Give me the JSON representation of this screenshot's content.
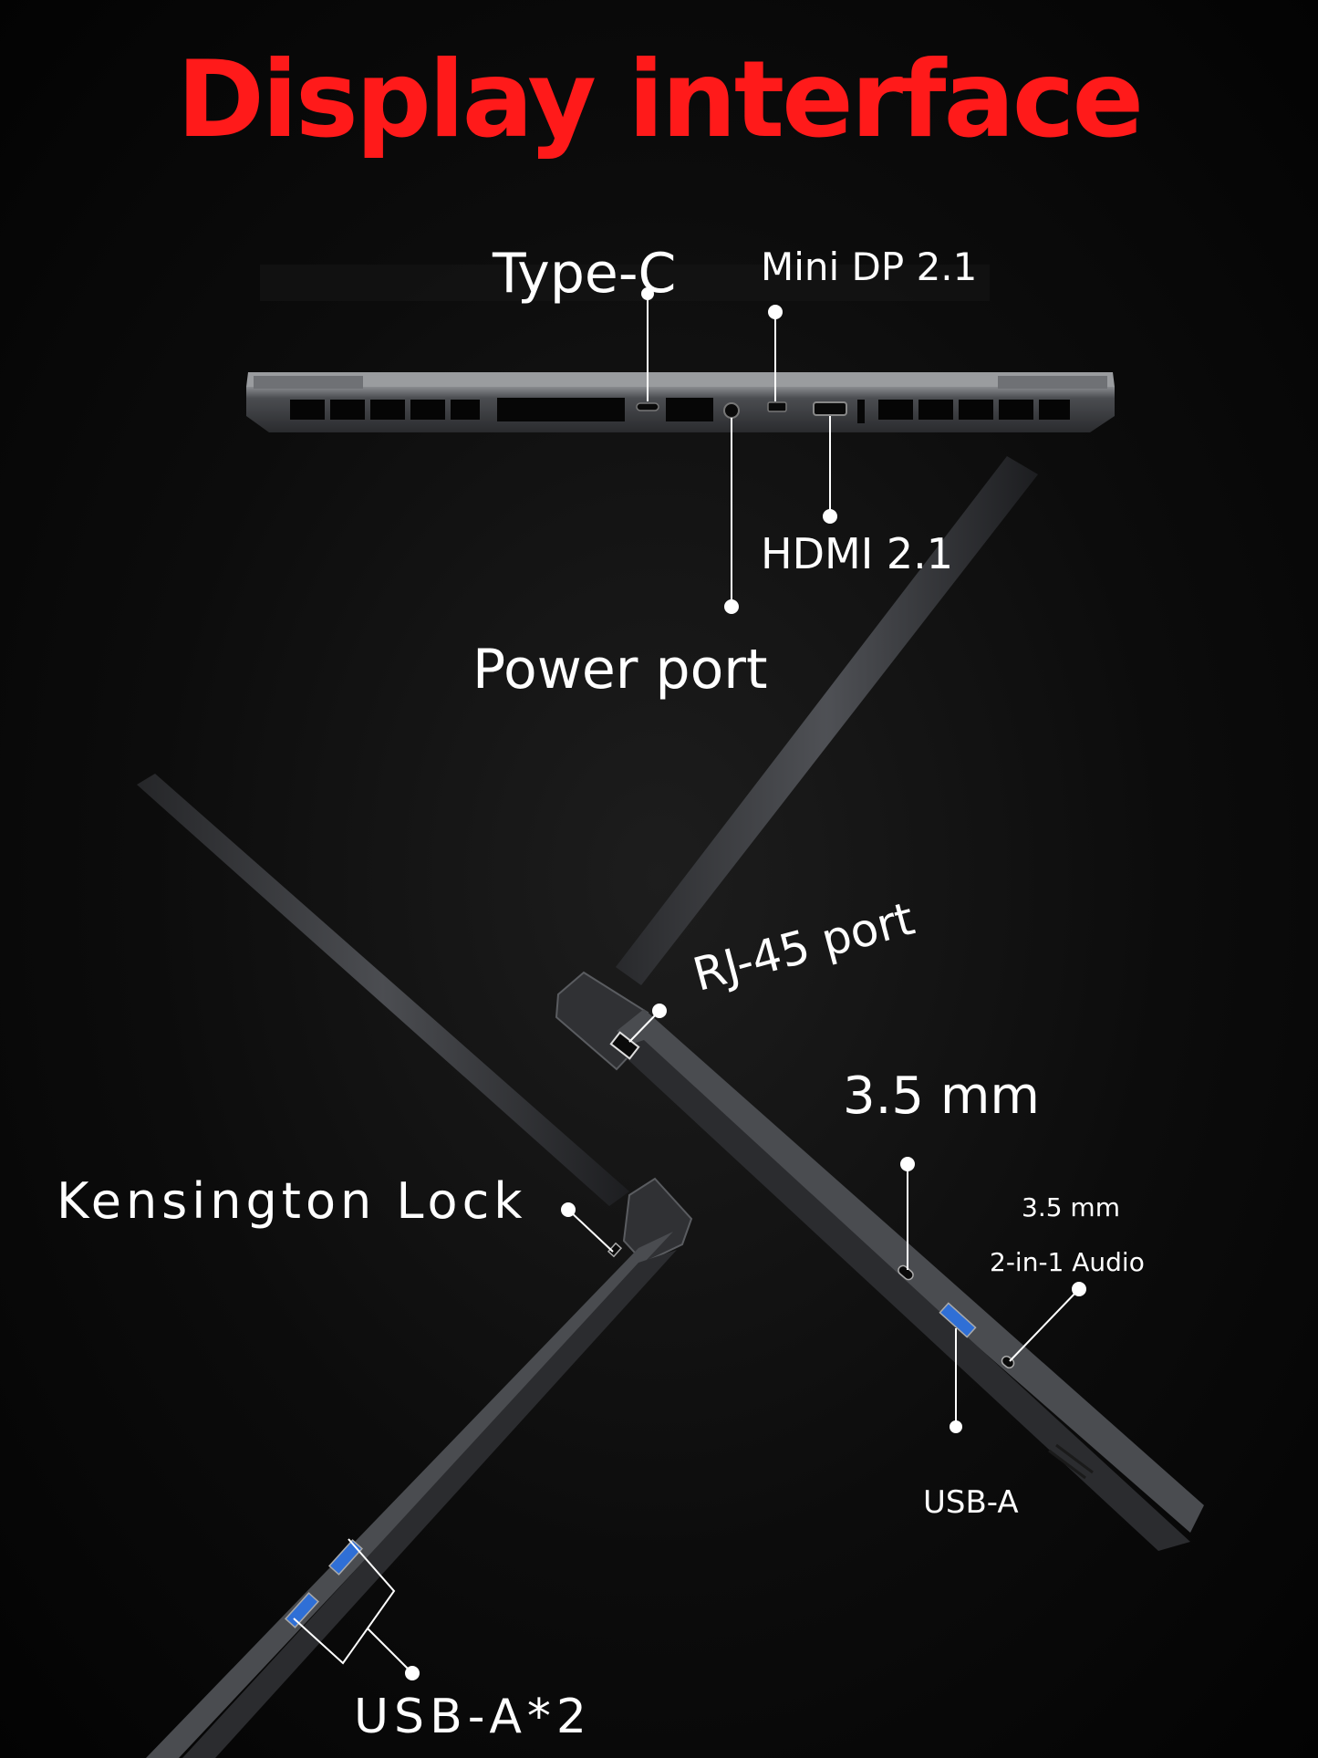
{
  "title": "Display interface",
  "colors": {
    "title": "#ff1a1a",
    "background": "#000000",
    "label": "#ffffff",
    "body": "#3a3b3e",
    "usb_port": "#2f6fd6"
  },
  "rear_view": {
    "type_c": "Type-C",
    "mini_dp": "Mini DP 2.1",
    "hdmi": "HDMI 2.1",
    "power": "Power port"
  },
  "right_side": {
    "rj45": "RJ-45 port",
    "audio_big": "3.5 mm",
    "audio_small_1": "3.5 mm",
    "audio_small_2": "2-in-1 Audio",
    "usb_a": "USB-A"
  },
  "left_side": {
    "kensington": "Kensington Lock",
    "usb_a2": "USB-A*2"
  }
}
